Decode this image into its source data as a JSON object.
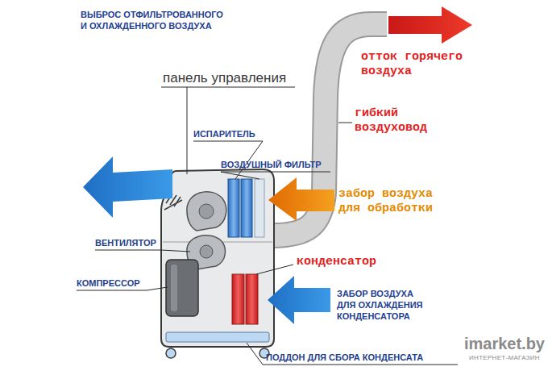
{
  "diagram": {
    "labels": [
      "ВЫБРОС ОТФИЛЬТРОВАННОГО И ОХЛАЖДЕННОГО ВОЗДУХА",
      "панель управления",
      "ИСПАРИТЕЛЬ",
      "ВОЗДУШНЫЙ ФИЛЬТР",
      "отток горячего воздуха",
      "гибкий воздуховод",
      "забор воздуха для обработки",
      "ВЕНТИЛЯТОР",
      "КОМПРЕССОР",
      "конденсатор",
      "ЗАБОР ВОЗДУХА ДЛЯ ОХЛАЖДЕНИЯ КОНДЕНСАТОРА",
      "ПОДДОН ДЛЯ СБОРА КОНДЕНСАТА",
      "imarket.by",
      "ИНТЕРНЕТ-МАГАЗИН"
    ]
  }
}
